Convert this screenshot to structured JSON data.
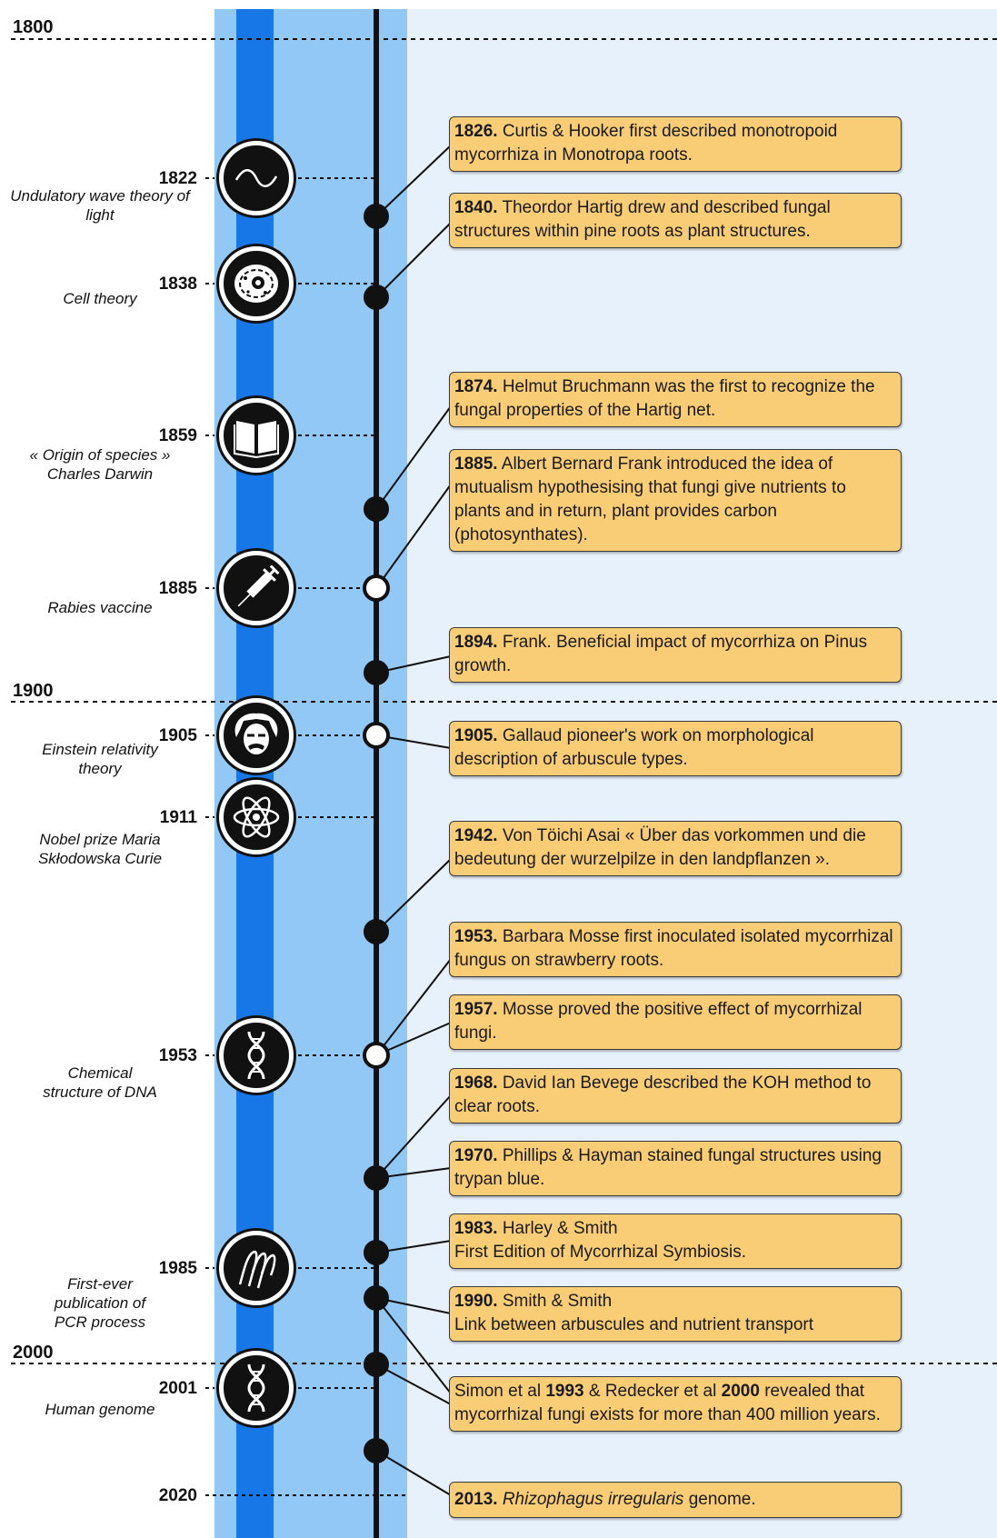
{
  "centuries": [
    "1800",
    "1900",
    "2000"
  ],
  "science_milestones": [
    {
      "year": "1822",
      "description": "Undulatory wave theory of light",
      "icon": "wave-icon"
    },
    {
      "year": "1838",
      "description": "Cell theory",
      "icon": "cell-icon"
    },
    {
      "year": "1859",
      "description": "« Origin of species » Charles Darwin",
      "icon": "book-icon"
    },
    {
      "year": "1885",
      "description": "Rabies vaccine",
      "icon": "syringe-icon"
    },
    {
      "year": "1905",
      "description": "Einstein relativity theory",
      "icon": "einstein-icon"
    },
    {
      "year": "1911",
      "description": "Nobel prize Maria Skłodowska Curie",
      "icon": "atom-icon"
    },
    {
      "year": "1953",
      "description": "Chemical structure of DNA",
      "icon": "dna-icon"
    },
    {
      "year": "1985",
      "description": "First-ever publication of PCR process",
      "icon": "pcr-icon"
    },
    {
      "year": "2001",
      "description": "Human genome",
      "icon": "dna-icon"
    },
    {
      "year": "2020",
      "description": "",
      "icon": ""
    }
  ],
  "mycorrhiza_events": [
    {
      "year": "1826.",
      "text": "Curtis & Hooker first described monotropoid mycorrhiza in Monotropa roots."
    },
    {
      "year": "1840.",
      "text": "Theordor Hartig drew and described fungal structures within pine roots as plant structures."
    },
    {
      "year": "1874.",
      "text": "Helmut Bruchmann was the first to recognize the fungal properties of the Hartig net."
    },
    {
      "year": "1885.",
      "text": "Albert Bernard Frank introduced the idea of mutualism hypothesising that fungi give nutrients to plants and in return, plant provides carbon (photosynthates)."
    },
    {
      "year": "1894.",
      "text": "Frank. Beneficial impact of mycorrhiza on Pinus growth."
    },
    {
      "year": "1905.",
      "text": "Gallaud pioneer's work on morphological description of arbuscule types."
    },
    {
      "year": "1942.",
      "text": "Von Töichi Asai « Über das vorkommen und die bedeutung der wurzelpilze in den landpflanzen »."
    },
    {
      "year": "1953.",
      "text": "Barbara Mosse first inoculated isolated mycorrhizal fungus on strawberry roots."
    },
    {
      "year": "1957.",
      "text": "Mosse proved the positive effect of mycorrhizal fungi."
    },
    {
      "year": "1968.",
      "text": "David Ian Bevege described the KOH method to clear roots."
    },
    {
      "year": "1970.",
      "text": "Phillips & Hayman stained fungal structures using trypan blue."
    },
    {
      "year": "1983.",
      "text": "Harley & Smith",
      "text2": "First Edition of Mycorrhizal Symbiosis."
    },
    {
      "year": "1990.",
      "text": "Smith & Smith",
      "text2": "Link between arbuscules and nutrient transport"
    },
    {
      "t1": "Simon et al ",
      "y1": "1993",
      "t2": " & Redecker et al ",
      "y2": "2000",
      "t3": " revealed that mycorrhizal fungi exists for more than 400 million years."
    },
    {
      "year": "2013.",
      "italic": "Rhizophagus irregularis",
      "text": " genome."
    }
  ],
  "colors": {
    "page_background": "#ffffff",
    "right_panel": "#e7f1fb",
    "band_light": "#92c8f5",
    "band_dark": "#1877e6",
    "box_fill": "#f9cd75",
    "timeline": "#111111"
  }
}
